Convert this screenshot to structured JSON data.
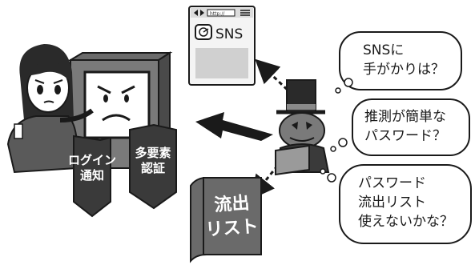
{
  "browser": {
    "url_text": "http://",
    "logo_text": "SNS"
  },
  "shields": {
    "left_lines": [
      "ログイン",
      "通知"
    ],
    "right_lines": [
      "多要素",
      "認証"
    ]
  },
  "book": {
    "title_lines": [
      "流出",
      "リスト"
    ]
  },
  "bubbles": [
    {
      "lines": [
        "SNSに",
        "手がかりは？"
      ]
    },
    {
      "lines": [
        "推測が簡単な",
        "パスワード？"
      ]
    },
    {
      "lines": [
        "パスワード",
        "流出リスト",
        "使えないかな？"
      ]
    }
  ],
  "colors": {
    "ink": "#1a1a1a",
    "light_gray": "#d6d6d6",
    "mid_gray": "#8a8a8a",
    "dark_gray": "#4a4a4a"
  },
  "icons": [
    "browser-window-icon",
    "computer-server-icon",
    "shield-icon",
    "book-icon",
    "hacker-icon",
    "woman-icon",
    "attack-arrow-icon"
  ]
}
